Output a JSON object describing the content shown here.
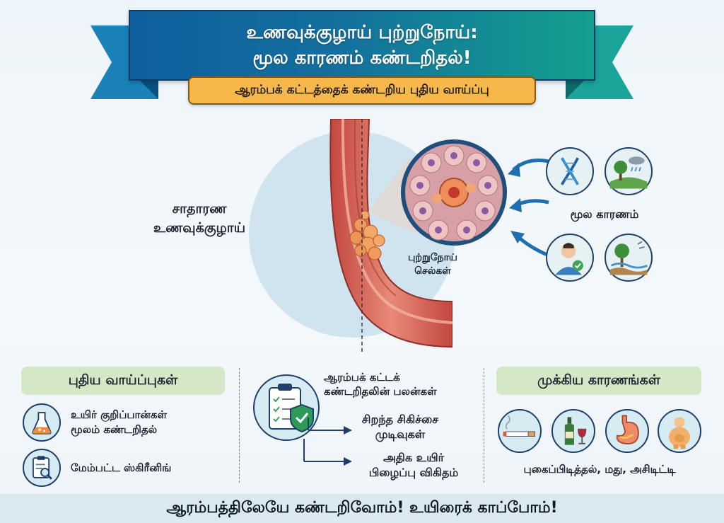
{
  "header": {
    "title_line1": "உணவுக்குழாய் புற்றுநோய்:",
    "title_line2": "மூல காரணம் கண்டறிதல்!",
    "subtitle": "ஆரம்பக் கட்டத்தைக் கண்டறிய புதிய வாய்ப்பு"
  },
  "diagram": {
    "normal_line1": "சாதாரண",
    "normal_line2": "உணவுக்குழாய்",
    "cancer_line1": "புற்றுநோய்",
    "cancer_line2": "செல்கள்",
    "root_cause": "மூல காரணம்",
    "root_icons": [
      "dna-icon",
      "tree-rain-icon",
      "person-check-icon",
      "polluted-environment-icon"
    ]
  },
  "opportunities": {
    "heading": "புதிய வாய்ப்புகள்",
    "items": [
      {
        "icon": "flask-icon",
        "line1": "உயிர் குறிப்பான்கள்",
        "line2": "மூலம் கண்டறிதல்"
      },
      {
        "icon": "clipboard-search-icon",
        "line1": "மேம்பட்ட ஸ்கிரீனிங்",
        "line2": ""
      }
    ]
  },
  "benefits": {
    "title_line1": "ஆரம்பக் கட்டக்",
    "title_line2": "கண்டறிதலின் பலன்கள்",
    "item1_line1": "சிறந்த சிகிச்சை",
    "item1_line2": "முடிவுகள்",
    "item2_line1": "அதிக உயிர்",
    "item2_line2": "பிழைப்பு விகிதம்",
    "icon": "clipboard-shield-icon"
  },
  "causes": {
    "heading": "முக்கிய காரணங்கள்",
    "icons": [
      "cigarette-icon",
      "wine-bottle-icon",
      "stomach-icon",
      "obese-person-icon"
    ],
    "text": "புகைப்பிடித்தல், மது, அசிடிட்டி"
  },
  "footer": {
    "text": "ஆரம்பத்திலேயே கண்டறிவோம்! உயிரைக் காப்போம்!"
  },
  "colors": {
    "banner_start": "#0f5f9e",
    "banner_end": "#15a08e",
    "subtitle_bg": "#f6b84a",
    "pill_bg": "#d4e8c8",
    "accent_navy": "#1f3f6b"
  }
}
